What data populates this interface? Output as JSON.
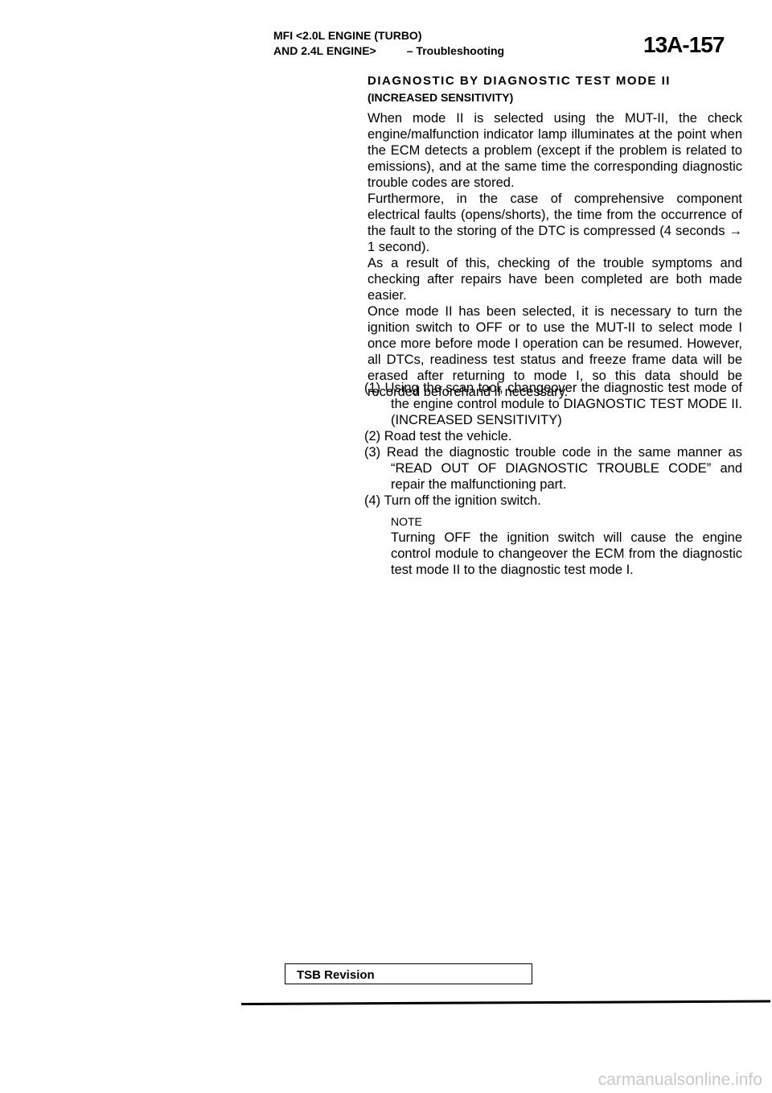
{
  "header": {
    "line1": "MFI <2.0L ENGINE (TURBO)",
    "line2_left": "AND 2.4L ENGINE>",
    "line2_right": "– Troubleshooting",
    "page_number": "13A-157"
  },
  "section": {
    "heading": "DIAGNOSTIC BY DIAGNOSTIC TEST MODE II",
    "subheading": "(INCREASED SENSITIVITY)",
    "paragraphs": [
      "When mode II is selected using the MUT-II, the check engine/malfunction indicator lamp illuminates at the point when the ECM detects a problem (except if the problem is related to emissions), and at the same time the corresponding diagnostic trouble codes are stored.",
      "Furthermore, in the case of comprehensive component electrical faults (opens/shorts), the time from the occurrence of the fault to the storing of the DTC is compressed (4 seconds → 1 second).",
      "As a result of this, checking of the trouble symptoms and checking after repairs have been completed are both made easier.",
      "Once mode II has been selected, it is necessary to turn the ignition switch to OFF or to use the MUT-II to select mode I once more before mode I operation can be resumed. However, all DTCs, readiness test status and freeze frame data will be erased after returning to mode I, so this data should be recorded beforehand if necessary."
    ]
  },
  "steps": [
    "(1) Using the scan tool, changeover the diagnostic test mode of the engine control module to DIAGNOSTIC TEST MODE II. (INCREASED SENSITIVITY)",
    "(2) Road test the vehicle.",
    "(3) Read the diagnostic trouble code in the same manner as “READ OUT OF DIAGNOSTIC TROUBLE CODE” and repair the malfunctioning part.",
    "(4) Turn off the ignition switch."
  ],
  "note": {
    "label": "NOTE",
    "text": "Turning OFF the ignition switch will cause the engine control module to changeover the ECM from the diagnostic test mode II to the diagnostic test mode I."
  },
  "footer": {
    "tsb_label": "TSB Revision",
    "watermark": "carmanualsonline.info"
  }
}
